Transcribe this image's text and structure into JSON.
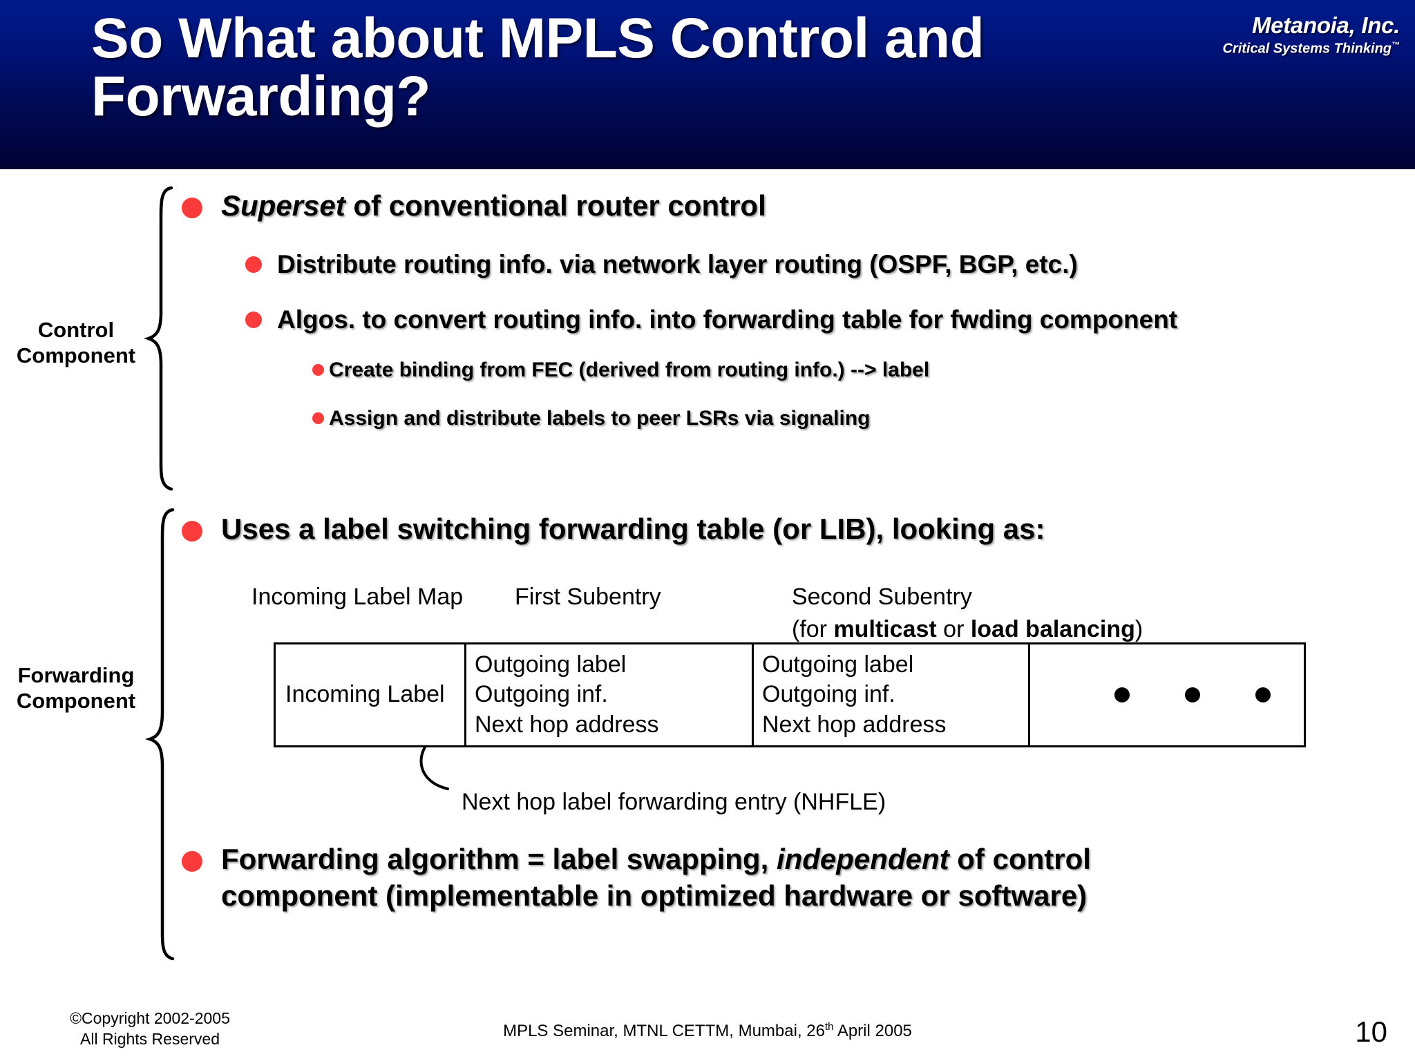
{
  "banner": {
    "title": "So What about MPLS Control and Forwarding?",
    "brand_name": "Metanoia, Inc.",
    "brand_tagline": "Critical Systems Thinking",
    "brand_tm": "™",
    "bg_top": "#001b8c",
    "bg_bottom": "#000033"
  },
  "colors": {
    "bullet_red": "#fa3b3b",
    "text_black": "#000000",
    "banner_text": "#ffffff"
  },
  "side_labels": {
    "control": "Control\nComponent",
    "control_line1": "Control",
    "control_line2": "Component",
    "forwarding_line1": "Forwarding",
    "forwarding_line2": "Component"
  },
  "bullets": {
    "b1_pre": "Superset",
    "b1_post": " of conventional router control",
    "b1_sub1": "Distribute routing info. via network layer routing (OSPF, BGP, etc.)",
    "b1_sub2": "Algos. to convert routing info. into forwarding table for fwding component",
    "b1_sub2a": "Create binding from FEC (derived from routing info.)  --> label",
    "b1_sub2b": "Assign and distribute labels to peer LSRs via signaling",
    "b2": "Uses a label switching forwarding table (or LIB), looking as:",
    "b3_part1": "Forwarding algorithm = label swapping, ",
    "b3_italic": "independent",
    "b3_part2": " of control",
    "b3_line2": "component (implementable in optimized hardware or software)"
  },
  "table": {
    "head_incoming_label_map": "Incoming Label Map",
    "head_first_subentry": "First Subentry",
    "head_second_subentry": "Second Subentry",
    "head_second_sub_note_pre": "(for ",
    "head_second_sub_note_b1": "multicast",
    "head_second_sub_note_mid": " or ",
    "head_second_sub_note_b2": "load balancing",
    "head_second_sub_note_post": ")",
    "col1_cell": "Incoming Label",
    "col2_line1": "Outgoing label",
    "col2_line2": "Outgoing inf.",
    "col2_line3": "Next hop address",
    "col3_line1": "Outgoing label",
    "col3_line2": "Outgoing inf.",
    "col3_line3": "Next hop address",
    "col4_ellipsis_dots": 3,
    "callout": "Next hop label forwarding entry (NHFLE)"
  },
  "footer": {
    "copyright_line1": "©Copyright 2002-2005",
    "copyright_line2": "All Rights Reserved",
    "seminar_pre": "MPLS Seminar, MTNL CETTM, Mumbai, 26",
    "seminar_sup": "th",
    "seminar_post": " April 2005",
    "page_number": "10"
  }
}
